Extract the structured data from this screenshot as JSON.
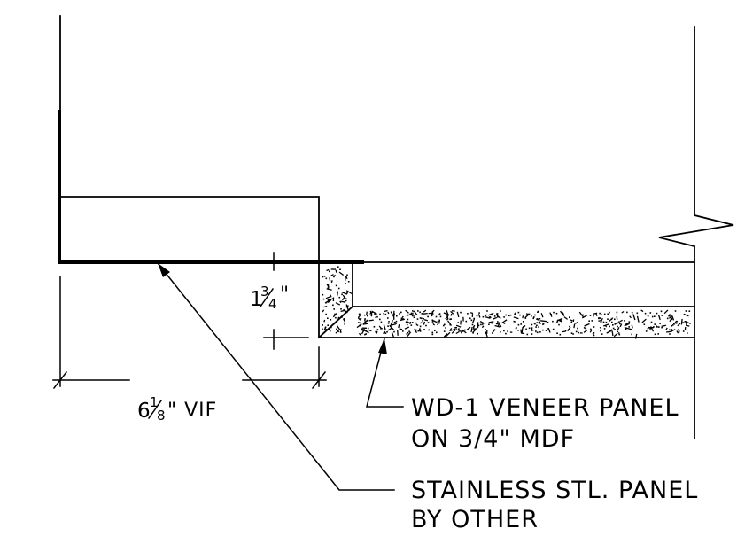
{
  "notes": {
    "veneer_line1": "WD-1 VENEER PANEL",
    "veneer_line2": "ON 3/4\" MDF",
    "steel_line1": "STAINLESS STL. PANEL",
    "steel_line2": "BY OTHER"
  },
  "dimensions": {
    "width_whole": "6",
    "width_num": "1",
    "width_den": "8",
    "width_suffix": "\" VIF",
    "height_whole": "1",
    "height_num": "3",
    "height_den": "4",
    "height_suffix": "\""
  }
}
